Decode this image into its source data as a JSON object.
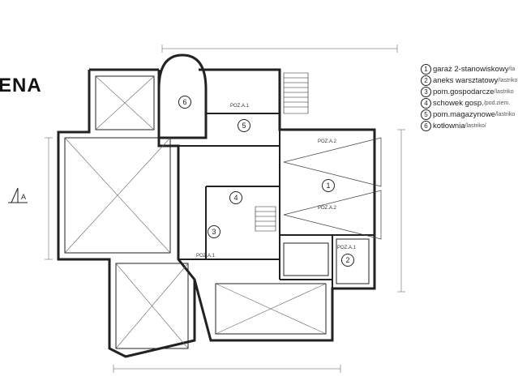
{
  "title": "ENA",
  "north": {
    "label": "A"
  },
  "legend": [
    {
      "n": "1",
      "text": "garaż 2-stanowiskowy",
      "suffix": "/ta"
    },
    {
      "n": "2",
      "text": "aneks warsztatowy",
      "suffix": "/lastriko"
    },
    {
      "n": "3",
      "text": "pom.gospodarcze",
      "suffix": "/lastriko"
    },
    {
      "n": "4",
      "text": "schowek gosp.",
      "suffix": "/pod.ziem."
    },
    {
      "n": "5",
      "text": "pom.magazynowe",
      "suffix": "/lastriko"
    },
    {
      "n": "6",
      "text": "kotłownia",
      "suffix": "/lastriko/"
    }
  ],
  "rooms": [
    {
      "n": "1"
    },
    {
      "n": "2"
    },
    {
      "n": "3"
    },
    {
      "n": "4"
    },
    {
      "n": "5"
    },
    {
      "n": "6"
    }
  ],
  "labels": {
    "poz1": "POZ.A.1",
    "poz2": "POZ.A.2",
    "poz3": "POZ.A.1",
    "poz4": "POZ.A.2",
    "poz5": "POZ.A.1"
  }
}
